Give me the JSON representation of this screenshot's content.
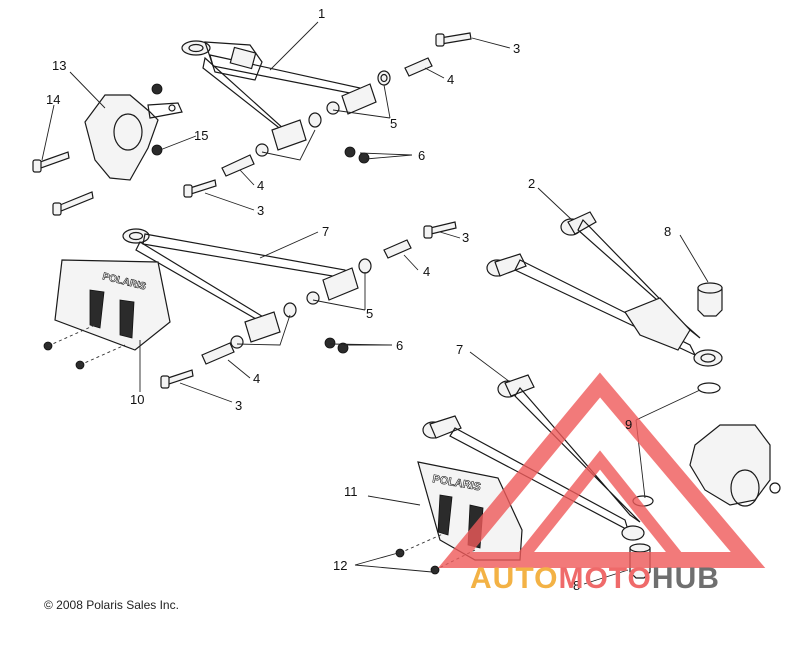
{
  "callouts": {
    "c1": "1",
    "c2": "2",
    "c3a": "3",
    "c3b": "3",
    "c3c": "3",
    "c3d": "3",
    "c4a": "4",
    "c4b": "4",
    "c4c": "4",
    "c4d": "4",
    "c5a": "5",
    "c5b": "5",
    "c6a": "6",
    "c6b": "6",
    "c7a": "7",
    "c7b": "7",
    "c8a": "8",
    "c8b": "8",
    "c9": "9",
    "c10": "10",
    "c11": "11",
    "c12": "12",
    "c13": "13",
    "c14": "14",
    "c15": "15"
  },
  "logo_text": {
    "large": "POLARIS",
    "small": "POLARIS"
  },
  "copyright": "© 2008 Polaris Sales Inc.",
  "watermark": {
    "brand_auto": "AUTO",
    "brand_moto": "MOTO",
    "brand_hub": "HUB",
    "triangle_color": "#ef5a5a",
    "auto_color": "#f3b245",
    "moto_color": "#ef6a6a",
    "hub_color": "#6f6f6f"
  }
}
